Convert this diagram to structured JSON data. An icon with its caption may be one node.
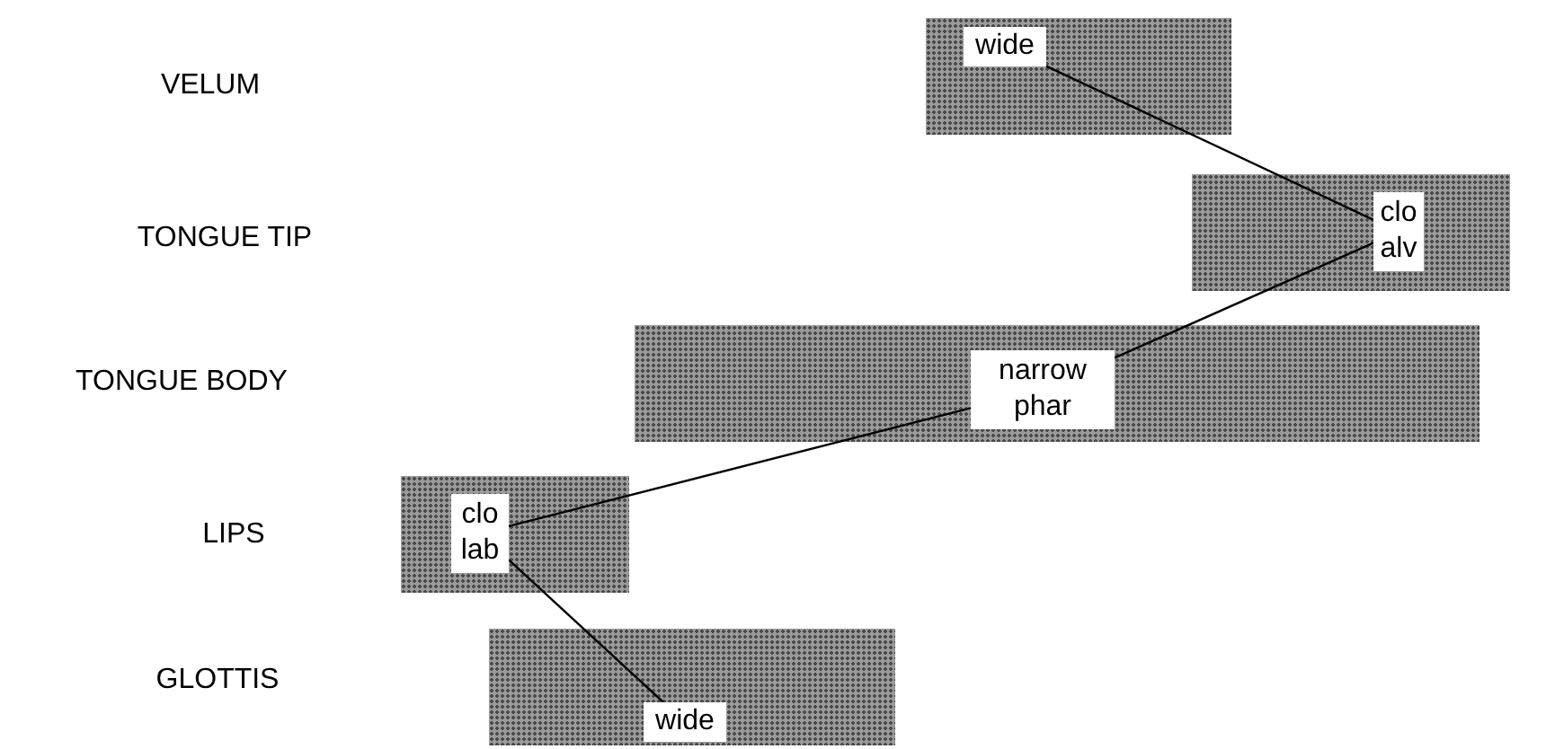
{
  "diagram": {
    "nodes": [
      {
        "text": [
          "wide"
        ]
      },
      {
        "text": [
          "clo alv"
        ]
      },
      {
        "text": [
          "narrow phar"
        ]
      },
      {
        "text": [
          "clo lab"
        ]
      },
      {
        "text": [
          "wide"
        ]
      }
    ],
    "edges": [
      {
        "from": 0,
        "to": 1,
        "arrow": "none"
      },
      {
        "from": 1,
        "to": 2,
        "arrow": "none"
      },
      {
        "from": 2,
        "to": 3,
        "arrow": "none"
      },
      {
        "from": 3,
        "to": 4,
        "arrow": "none"
      }
    ],
    "labels": [
      "VELUM",
      "TONGUE TIP",
      "TONGUE BODY",
      "LIPS",
      "GLOTTIS"
    ]
  }
}
